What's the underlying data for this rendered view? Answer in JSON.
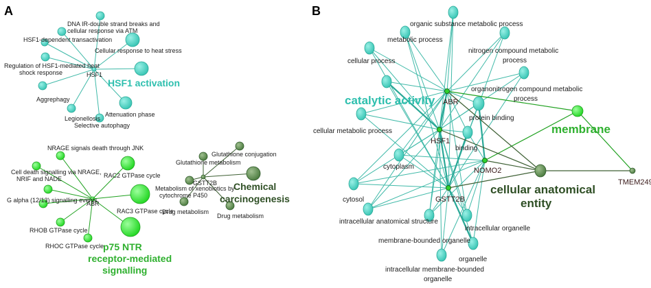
{
  "panels": {
    "a": {
      "letter": "A"
    },
    "b": {
      "letter": "B"
    }
  },
  "colors": {
    "teal": "#4fd2c4",
    "teal_stroke": "#2aa897",
    "teal_edge": "#3fb9a8",
    "green": "#35e635",
    "green_stroke": "#1ea01e",
    "dark_green": "#5a8a4e",
    "dark_green_stroke": "#2f5a2a",
    "dark_edge": "#3d5f33",
    "bold_teal_text": "#2ebfae",
    "bold_green_text": "#2fb02f",
    "bold_dark_text": "#2f4f25",
    "hub_text": "#5a1a1a"
  },
  "labels": {
    "a_dna": "DNA IR-double strand breaks and",
    "a_dna2": "cellular response via ATM",
    "a_hsf1_trans": "HSF1-dependent transactivation",
    "a_heat": "Cellular response to heat stress",
    "a_reg1": "Regulation of HSF1-mediated heat",
    "a_reg2": "shock response",
    "a_hsf1": "HSF1",
    "a_hsf1_act": "HSF1 activation",
    "a_aggre": "Aggrephagy",
    "a_legio": "Legionellosis",
    "a_atten": "Attenuation phase",
    "a_selec": "Selective autophagy",
    "a_nrage": "NRAGE signals death through JNK",
    "a_cell1": "Cell death signalling via NRAGE,",
    "a_cell2": "NRIF and NADE",
    "a_rac2": "RAC2 GTPase cycle",
    "a_galpha": "G alpha (12/13) signalling events",
    "a_abr": "ABR",
    "a_rac3": "RAC3 GTPase cycle",
    "a_rhob": "RHOB GTPase cycle",
    "a_rhoc": "RHOC GTPase cycle",
    "a_p75_1": "p75 NTR",
    "a_p75_2": "receptor-mediated",
    "a_p75_3": "signalling",
    "a_gluconj": "Glutathione conjugation",
    "a_glumet": "Glutathione metabolism",
    "a_gstt2b": "GSTT2B",
    "a_metab1": "Metabolism of xenobiotics by",
    "a_metab2": "cytochrome P450",
    "a_chem1": "Chemical",
    "a_chem2": "carcinogenesis",
    "a_drug1": "Drug metabolism",
    "a_drug2": "Drug metabolism",
    "b_org": "organic substance metabolic process",
    "b_met": "metabolic process",
    "b_nitro1": "nitrogen compound metabolic",
    "b_nitro2": "process",
    "b_cellproc": "cellular process",
    "b_orgnit1": "organonitrogen compound metabolic",
    "b_orgnit2": "process",
    "b_cat": "catalytic activity",
    "b_abr": "ABR",
    "b_protein": "protein binding",
    "b_membrane": "membrane",
    "b_cellmet": "cellular metabolic process",
    "b_hsf1": "HSF1",
    "b_binding": "binding",
    "b_cyto": "cytoplasm",
    "b_nomo2": "NOMO2",
    "b_cae1": "cellular anatomical",
    "b_cae2": "entity",
    "b_tmem": "TMEM249",
    "b_cytosol": "cytosol",
    "b_gstt2b": "GSTT2B",
    "b_ias": "intracellular anatomical structure",
    "b_io": "intracellular organelle",
    "b_mbo": "membrane-bounded organelle",
    "b_organelle": "organelle",
    "b_imbo1": "intracellular membrane-bounded",
    "b_imbo2": "organelle"
  }
}
